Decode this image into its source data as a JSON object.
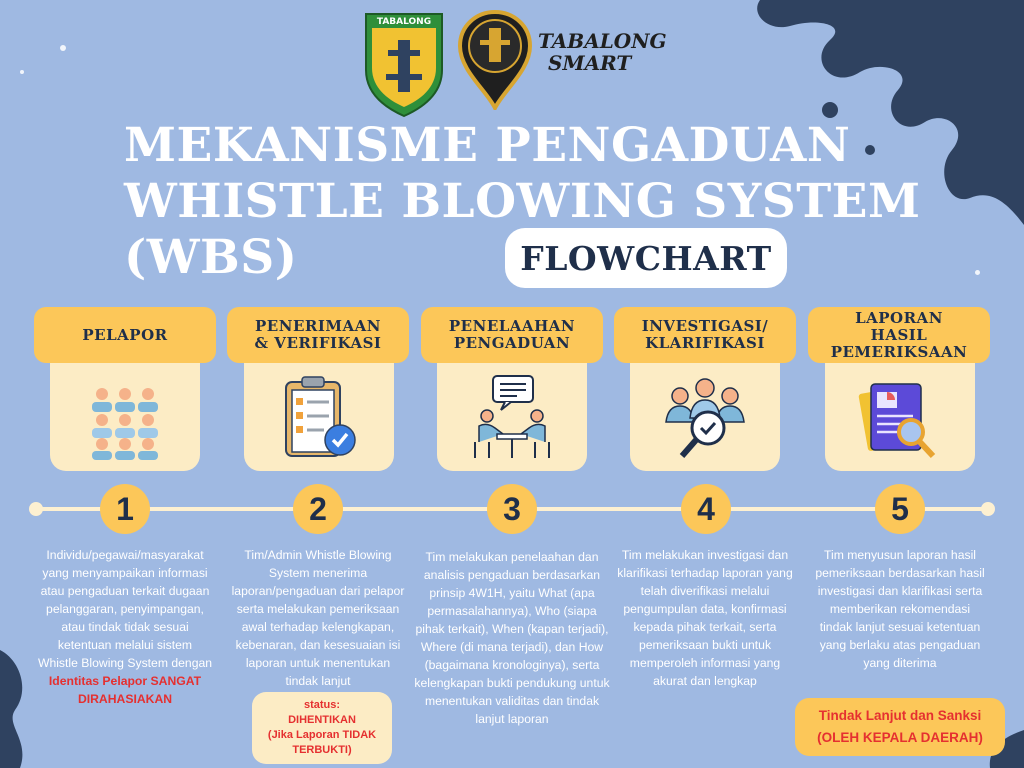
{
  "logos": {
    "left_emblem": "TABALONG",
    "right_logo_line1": "TABALONG",
    "right_logo_line2": "SMART"
  },
  "title": {
    "line1": "MEKANISME PENGADUAN",
    "line2": "WHISTLE BLOWING SYSTEM",
    "line3": "(WBS)",
    "badge": "FLOWCHART"
  },
  "steps": [
    {
      "number": "1",
      "heading": "PELAPOR",
      "icon": "people-group-icon",
      "desc": "Individu/pegawai/masyarakat yang menyampaikan informasi atau pengaduan terkait dugaan pelanggaran, penyimpangan, atau tindak tidak sesuai ketentuan melalui sistem Whistle Blowing System dengan",
      "desc_highlight": "Identitas Pelapor SANGAT DIRAHASIAKAN"
    },
    {
      "number": "2",
      "heading": "PENERIMAAN\n& VERIFIKASI",
      "icon": "clipboard-check-icon",
      "desc": "Tim/Admin Whistle Blowing System menerima laporan/pengaduan dari pelapor serta melakukan pemeriksaan awal terhadap kelengkapan, kebenaran, dan kesesuaian isi laporan untuk menentukan tindak lanjut"
    },
    {
      "number": "3",
      "heading": "PENELAAHAN\nPENGADUAN",
      "icon": "discussion-icon",
      "desc": "Tim melakukan penelaahan dan analisis pengaduan berdasarkan prinsip 4W1H, yaitu What (apa permasalahannya), Who (siapa pihak terkait), When (kapan terjadi), Where (di mana terjadi), dan How (bagaimana kronologinya), serta kelengkapan bukti pendukung untuk menentukan validitas dan tindak lanjut laporan"
    },
    {
      "number": "4",
      "heading": "INVESTIGASI/\nKLARIFIKASI",
      "icon": "investigation-icon",
      "desc": "Tim melakukan investigasi dan klarifikasi terhadap laporan yang telah diverifikasi melalui pengumpulan data, konfirmasi kepada pihak terkait, serta pemeriksaan bukti untuk memperoleh informasi yang akurat dan lengkap"
    },
    {
      "number": "5",
      "heading": "LAPORAN\nHASIL\nPEMERIKSAAN",
      "icon": "report-icon",
      "desc": "Tim menyusun laporan hasil pemeriksaan berdasarkan hasil investigasi dan klarifikasi serta memberikan rekomendasi tindak lanjut sesuai ketentuan yang berlaku atas pengaduan yang diterima"
    }
  ],
  "status_box": {
    "line1": "status:",
    "line2": "DIHENTIKAN",
    "line3": "(Jika Laporan TIDAK TERBUKTI)"
  },
  "final_box": {
    "line1": "Tindak Lanjut dan Sanksi",
    "line2": "(OLEH KEPALA DAERAH)"
  },
  "colors": {
    "background": "#9fb9e2",
    "accent_yellow": "#fcc759",
    "card_cream": "#fcecc5",
    "dark_navy": "#2f4260",
    "alert_red": "#e53030"
  }
}
